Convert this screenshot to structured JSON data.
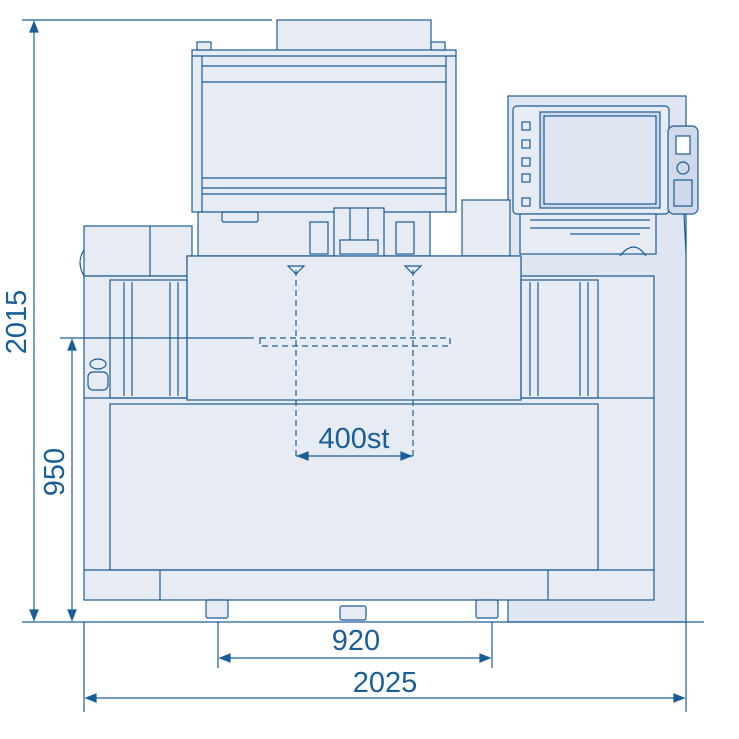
{
  "dimensions": {
    "total_height": "2015",
    "table_height": "950",
    "stroke_travel": "400st",
    "leg_spacing": "920",
    "total_width": "2025"
  },
  "colors": {
    "line": "#1a5e98",
    "body_fill": "#e6ebf4",
    "panel_fill": "#dfe6f1",
    "screen_fill": "#cfd9ea",
    "background": "#ffffff"
  }
}
